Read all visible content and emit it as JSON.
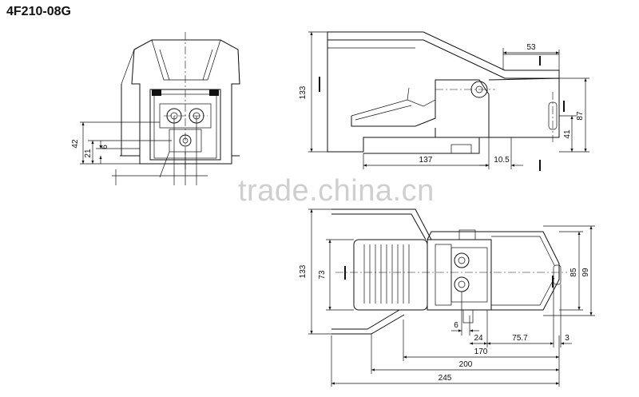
{
  "title": "4F210-08G",
  "watermark": "trade.china.cn",
  "front_view": {
    "dims": {
      "d42": "42",
      "d21": "21",
      "d6": "6"
    }
  },
  "side_view": {
    "dims": {
      "d133": "133",
      "d53": "53",
      "d87": "87",
      "d41": "41",
      "d137": "137",
      "d10_5": "10.5"
    }
  },
  "top_view": {
    "dims": {
      "d133": "133",
      "d73": "73",
      "d85": "85",
      "d99": "99",
      "d6": "6",
      "d24": "24",
      "d75_7": "75.7",
      "d3": "3",
      "d170": "170",
      "d200": "200",
      "d245": "245"
    }
  }
}
